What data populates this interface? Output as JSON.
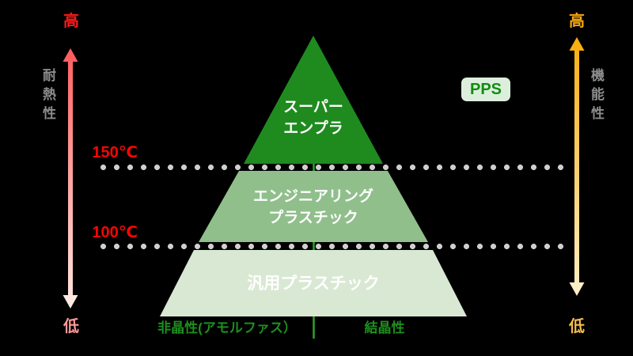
{
  "canvas": {
    "bg": "#000000"
  },
  "left_axis": {
    "high_label": "高",
    "axis_label": "耐熱性",
    "low_label": "低",
    "high_color": "#ff1a1a",
    "low_color": "#ff9898",
    "label_color": "#8c8c8c",
    "arrow_top_color": "#ff5f5f",
    "arrow_bottom_color": "#ffe9e1"
  },
  "right_axis": {
    "high_label": "高",
    "axis_label": "機能性",
    "low_label": "低",
    "high_color": "#f6a60e",
    "low_color": "#f5bb4e",
    "label_color": "#8c8c8c",
    "arrow_top_color": "#f9af12",
    "arrow_bottom_color": "#fdf0c6"
  },
  "thresholds": {
    "upper": "150℃",
    "lower": "100℃",
    "color": "#f50505",
    "dot_color": "#cfcfcf"
  },
  "pyramid": {
    "text_color": "#ffffff",
    "divider_color": "#2da32d",
    "tiers": [
      {
        "name": "super-engineering-plastics",
        "color": "#1f8b1f",
        "lines": [
          "スーパー",
          "エンプラ"
        ]
      },
      {
        "name": "engineering-plastics",
        "color": "#90bf8c",
        "lines": [
          "エンジニアリング",
          "プラスチック"
        ]
      },
      {
        "name": "general-purpose-plastics",
        "color": "#d9e8d3",
        "lines": [
          "汎用プラスチック"
        ]
      }
    ]
  },
  "badge": {
    "label": "PPS",
    "bg": "#dcefdc",
    "color": "#128c12"
  },
  "bottom_axis": {
    "left_label": "非晶性(アモルファス）",
    "right_label": "結晶性",
    "color": "#1d8f1d"
  }
}
